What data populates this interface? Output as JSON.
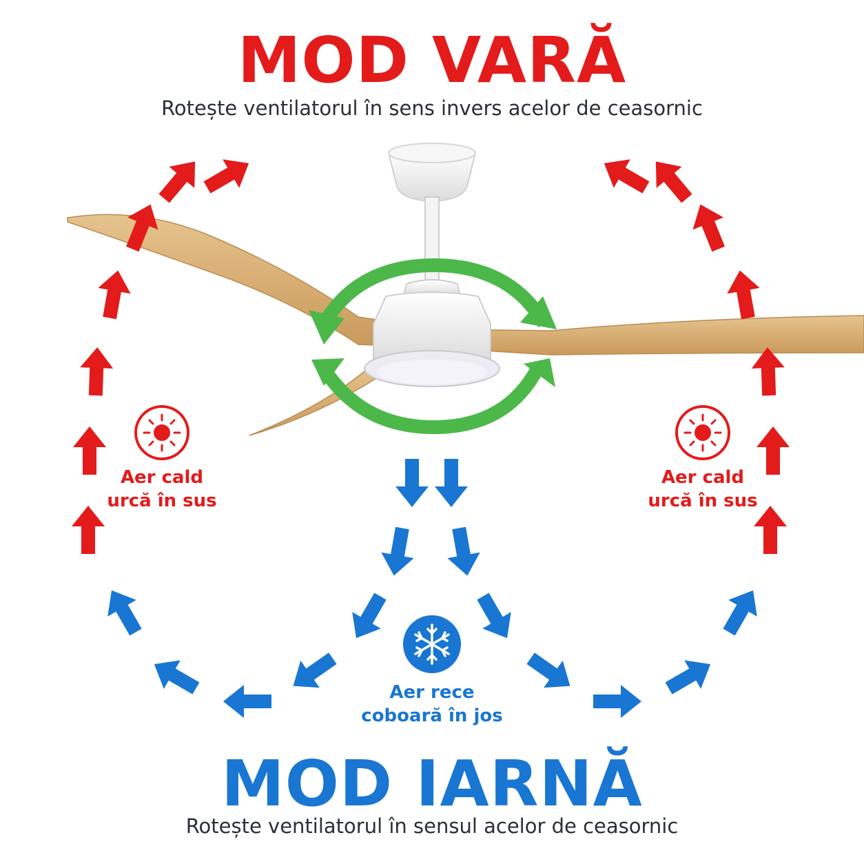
{
  "summer": {
    "title": "MOD VARĂ",
    "subtitle": "Rotește ventilatorul în sens invers acelor de ceasornic",
    "color": "#e31b1b"
  },
  "winter": {
    "title": "MOD IARNĂ",
    "subtitle": "Rotește ventilatorul în sensul acelor de ceasornic",
    "color": "#1976d2"
  },
  "labels": {
    "warm_left": {
      "line1": "Aer cald",
      "line2": "urcă în sus"
    },
    "warm_right": {
      "line1": "Aer cald",
      "line2": "urcă în sus"
    },
    "cold_center": {
      "line1": "Aer rece",
      "line2": "coboară în jos"
    }
  },
  "icons": {
    "warm": "sun-icon",
    "cold": "snowflake-icon",
    "rotation": "rotation-arrows-icon"
  },
  "colors": {
    "warm": "#e31b1b",
    "cold": "#1976d2",
    "rotation": "#4cb84a",
    "blade": "#d8b07a",
    "fan_body": "#f2f2f2"
  }
}
